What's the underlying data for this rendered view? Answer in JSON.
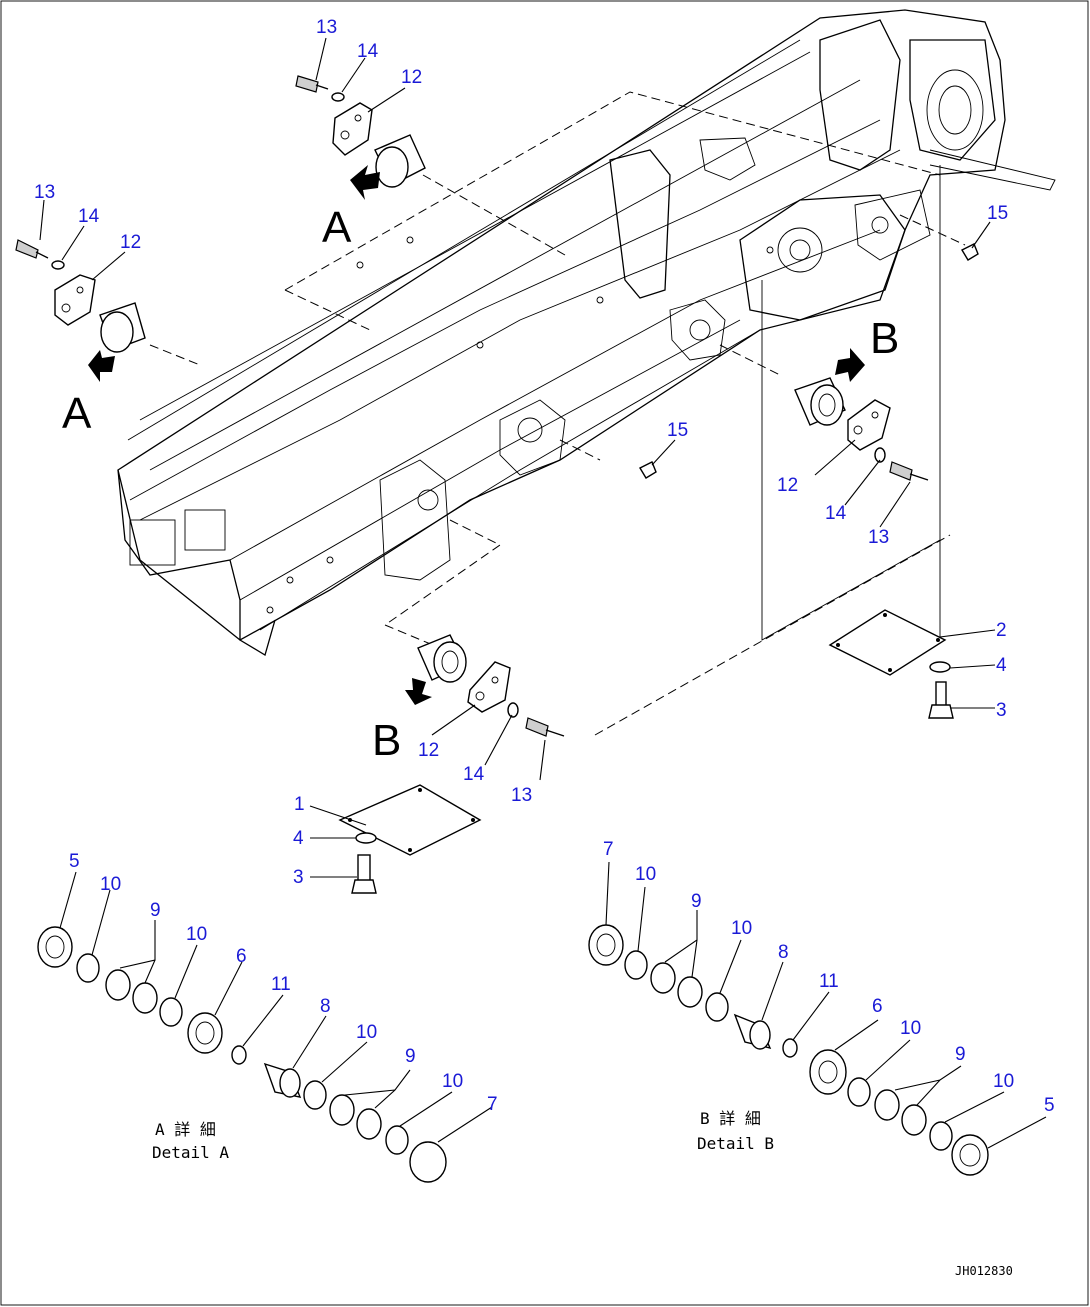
{
  "callouts": {
    "c1": "1",
    "c2": "2",
    "c3a": "3",
    "c3b": "3",
    "c4a": "4",
    "c4b": "4",
    "c5a": "5",
    "c5b": "5",
    "c6a": "6",
    "c6b": "6",
    "c7a": "7",
    "c7b": "7",
    "c8a": "8",
    "c8b": "8",
    "c9a": "9",
    "c9b": "9",
    "c9c": "9",
    "c9d": "9",
    "c10a": "10",
    "c10b": "10",
    "c10c": "10",
    "c10d": "10",
    "c10e": "10",
    "c10f": "10",
    "c10g": "10",
    "c10h": "10",
    "c11a": "11",
    "c11b": "11",
    "c12a": "12",
    "c12b": "12",
    "c12c": "12",
    "c12d": "12",
    "c13a": "13",
    "c13b": "13",
    "c13c": "13",
    "c13d": "13",
    "c14a": "14",
    "c14b": "14",
    "c14c": "14",
    "c14d": "14",
    "c15a": "15",
    "c15b": "15"
  },
  "view_letters": {
    "a1": "A",
    "a2": "A",
    "b1": "B",
    "b2": "B"
  },
  "details": {
    "a_jp": "A 詳 細",
    "a_en": "Detail A",
    "b_jp": "B 詳 細",
    "b_en": "Detail B"
  },
  "drawing_code": "JH012830"
}
